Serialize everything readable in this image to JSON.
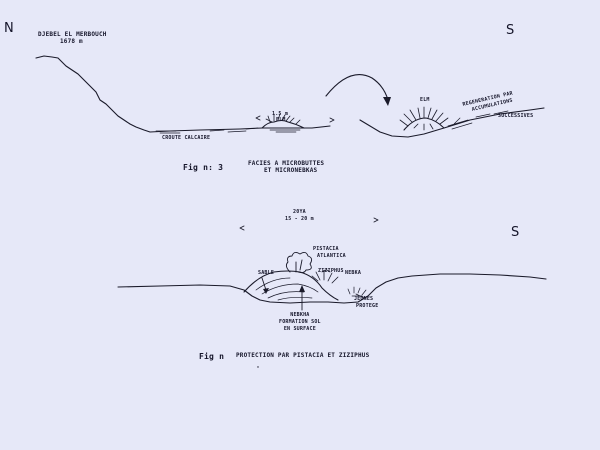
{
  "fig1": {
    "north": "N",
    "south": "S",
    "peak_name": "DJEBEL EL MERBOUCH",
    "peak_alt": "1678 m",
    "slope_label": "CROUTE CALCAIRE",
    "dist_label": "1.5 m",
    "elm_center": "ELM",
    "elm_right": "ELM",
    "regen_1": "REGENERATION PAR",
    "regen_2": "ACCUMULATIONS",
    "regen_3": "SUCCESSIVES",
    "fig_num": "Fig n: 3",
    "caption_1": "FACIES A MICROBUTTES",
    "caption_2": "ET MICRONEBKAS"
  },
  "fig2": {
    "south": "S",
    "dim_1": "20YA",
    "dim_2": "15 - 20 m",
    "pistacia_1": "PISTACIA",
    "pistacia_2": "ATLANTICA",
    "sable": "SABLE",
    "ziziphus": "ZIZIPHUS",
    "nebkas": "NEBKA",
    "nebka_1": "NEBKHA",
    "nebka_2": "FORMATION SOL",
    "nebka_3": "EN SURFACE",
    "proteg_1": "JEUNES",
    "proteg_2": "PROTEGE",
    "fig_num": "Fig n",
    "caption": "PROTECTION PAR PISTACIA ET ZIZIPHUS"
  }
}
